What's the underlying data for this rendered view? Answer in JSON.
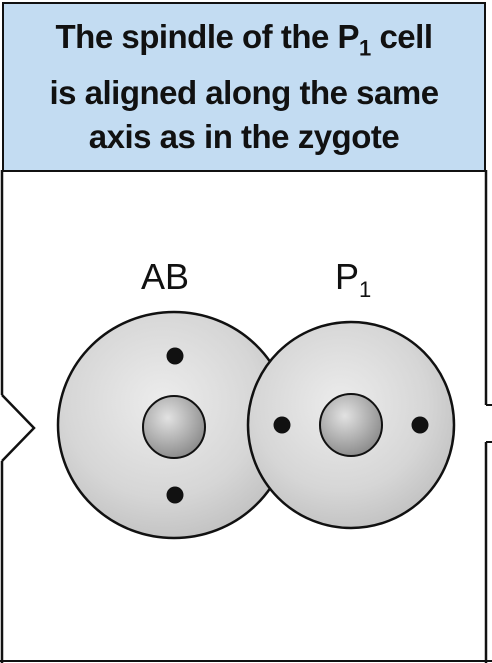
{
  "header": {
    "line1_before": "The spindle of the P",
    "line1_sub": "1",
    "line1_after": " cell",
    "line2": "is aligned along the same",
    "line3": "axis as in the zygote",
    "background_color": "#c3dcf2"
  },
  "cells": {
    "ab_label": "AB",
    "p1_label_main": "P",
    "p1_label_sub": "1"
  }
}
